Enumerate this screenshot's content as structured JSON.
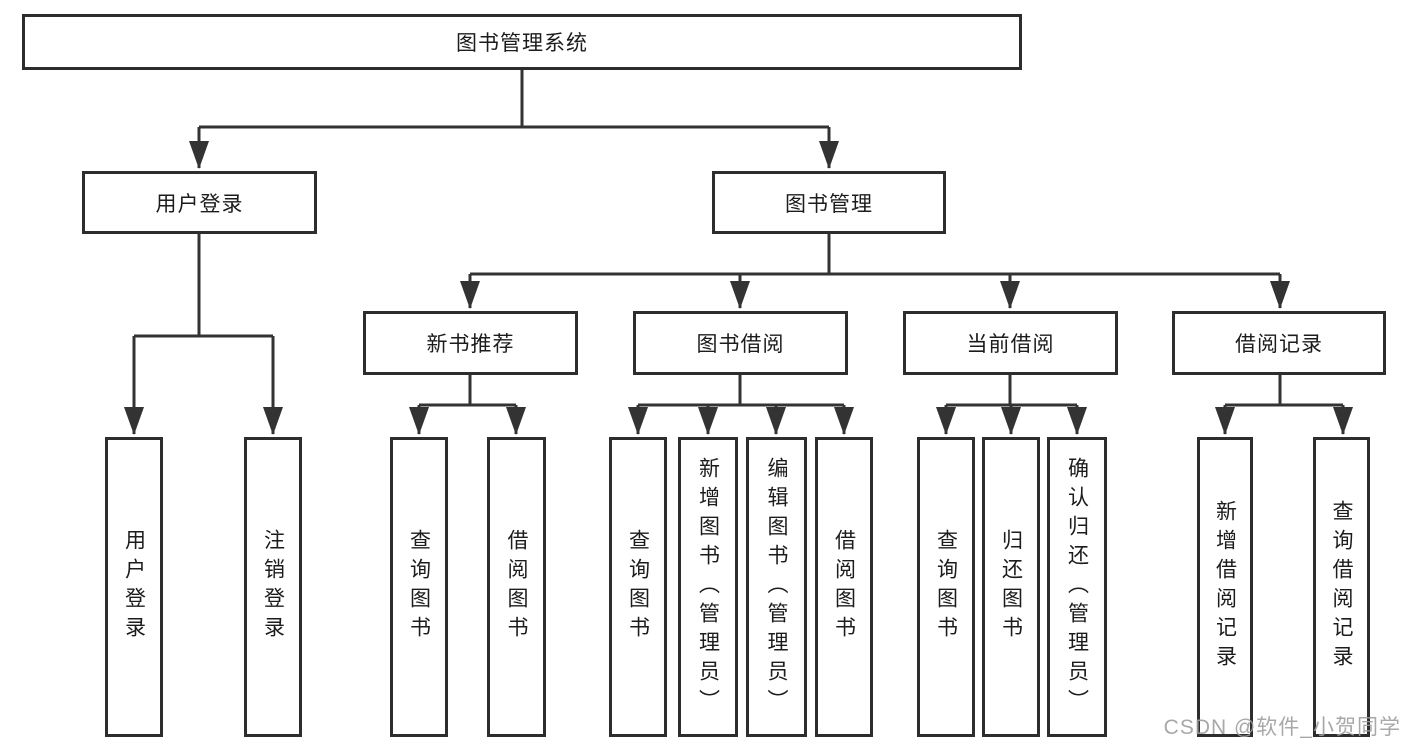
{
  "diagram": {
    "root": "图书管理系统",
    "level2": [
      "用户登录",
      "图书管理"
    ],
    "level3": [
      "新书推荐",
      "图书借阅",
      "当前借阅",
      "借阅记录"
    ],
    "leaves": {
      "login": [
        "用户登录",
        "注销登录"
      ],
      "new_books": [
        "查询图书",
        "借阅图书"
      ],
      "book_borrow": [
        "查询图书",
        "新增图书（管理员）",
        "编辑图书（管理员）",
        "借阅图书"
      ],
      "current_borrow": [
        "查询图书",
        "归还图书",
        "确认归还（管理员）"
      ],
      "borrow_records": [
        "新增借阅记录",
        "查询借阅记录"
      ]
    }
  },
  "watermark": "CSDN @软件_小贺同学",
  "colors": {
    "line": "#333333",
    "box_border": "#2d2d2d",
    "text": "#1c1c1c",
    "background": "#ffffff",
    "watermark": "#9e9e9e"
  }
}
